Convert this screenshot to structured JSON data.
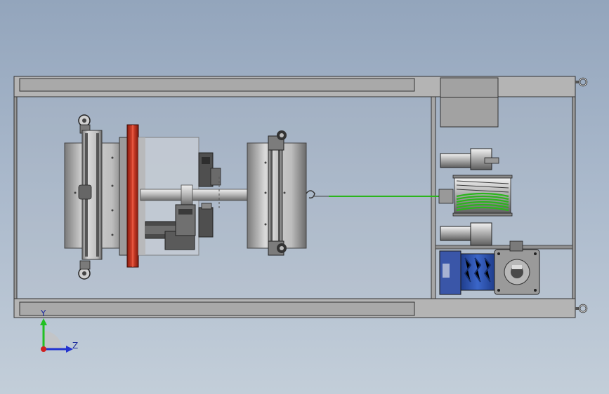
{
  "view": {
    "background_top": "#93a5bc",
    "background_bottom": "#c3ced9",
    "frame_color": "#b0b0b0",
    "cable_color": "#2bb51c",
    "motor_accent": "#2a4fae",
    "flange_color": "#c8331f"
  },
  "triad": {
    "y_label": "Y",
    "z_label": "Z",
    "y_color": "#22c022",
    "z_color": "#2233d0",
    "x_color": "#d02020"
  },
  "parts": [
    {
      "name": "frame-top-beam",
      "icon": "beam"
    },
    {
      "name": "frame-bottom-beam",
      "icon": "beam"
    },
    {
      "name": "left-drum-unit",
      "icon": "drum"
    },
    {
      "name": "red-flange",
      "icon": "flange"
    },
    {
      "name": "right-drum-unit",
      "icon": "drum"
    },
    {
      "name": "cable-winch",
      "icon": "spool"
    },
    {
      "name": "drive-motor",
      "icon": "motor"
    },
    {
      "name": "lifting-eyes",
      "icon": "eye-bolt"
    }
  ]
}
